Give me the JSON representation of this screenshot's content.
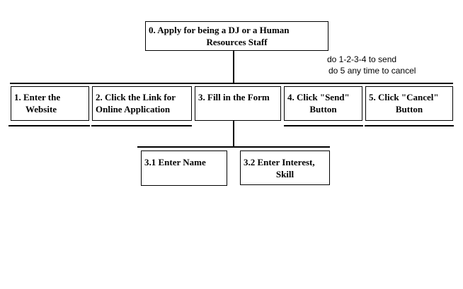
{
  "diagram": {
    "root": {
      "line1": "0. Apply for being a DJ or a Human",
      "line2": "Resources Staff"
    },
    "note": {
      "line1": "do 1-2-3-4 to send",
      "line2": "do 5 any time to cancel"
    },
    "steps": [
      {
        "line1": "1. Enter the",
        "line2": "Website"
      },
      {
        "line1": "2. Click the Link for",
        "line2": "Online Application"
      },
      {
        "line1": "3. Fill in the Form",
        "line2": ""
      },
      {
        "line1": "4. Click \"Send\"",
        "line2": "Button"
      },
      {
        "line1": "5. Click \"Cancel\"",
        "line2": "Button"
      }
    ],
    "substeps": [
      {
        "line1": "3.1 Enter Name",
        "line2": ""
      },
      {
        "line1": "3.2 Enter Interest,",
        "line2": "Skill"
      }
    ]
  }
}
